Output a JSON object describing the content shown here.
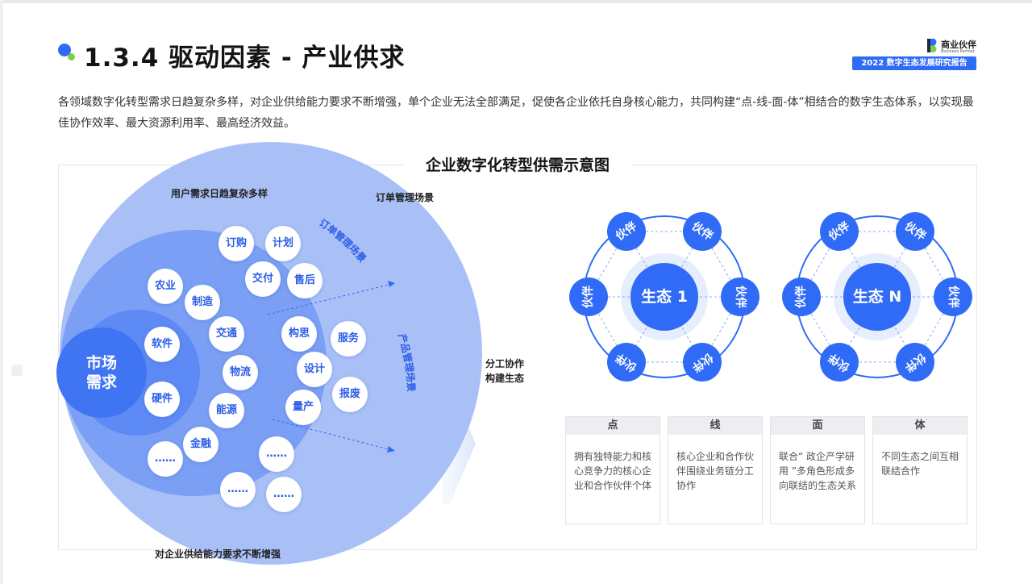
{
  "header": {
    "title": "1.3.4 驱动因素 - 产业供求",
    "logo_text": "商业伙伴",
    "logo_sub": "Business Partner",
    "report_badge": "2022 数字生态发展研究报告"
  },
  "intro": "各领域数字化转型需求日趋复杂多样，对企业供给能力要求不断增强，单个企业无法全部满足，促使各企业依托自身核心能力，共同构建“点-线-面-体”相结合的数字生态体系，以实现最佳协作效率、最大资源利用率、最高经济效益。",
  "diagram": {
    "title": "企业数字化转型供需示意图",
    "top_label": "用户需求日趋复杂多样",
    "bottom_label": "对企业供给能力要求不断增强",
    "order_scene_label": "订单管理场景",
    "order_scene_arc": "订单管理场景",
    "product_scene_arc": "产品管理场景",
    "market_demand": "市场需求",
    "collab_label": "分工协作构建生态",
    "order_items": [
      "订购",
      "计划",
      "交付",
      "售后"
    ],
    "product_items": [
      "构思",
      "服务",
      "设计",
      "报废",
      "量产"
    ],
    "industry_items": [
      "农业",
      "制造",
      "软件",
      "交通",
      "物流",
      "硬件",
      "能源",
      "金融",
      "……"
    ],
    "ellipsis_items": [
      "……",
      "……",
      "……"
    ],
    "ecosystems": [
      {
        "hub": "生态 1",
        "partner": "伙伴"
      },
      {
        "hub": "生态 N",
        "partner": "伙伴"
      }
    ]
  },
  "cards": [
    {
      "head": "点",
      "body": "拥有独特能力和核心竞争力的核心企业和合作伙伴个体"
    },
    {
      "head": "线",
      "body": "核心企业和合作伙伴围绕业务链分工协作"
    },
    {
      "head": "面",
      "body": "联合“ 政企产学研用 ”多角色形成多向联结的生态关系"
    },
    {
      "head": "体",
      "body": "不同生态之间互相联结合作"
    }
  ],
  "colors": {
    "brand": "#2f6bf6",
    "accent_green": "#7bd04a",
    "circle_outer": "#a9c0f7",
    "circle_mid": "#7b9ff4",
    "circle_inner": "#4d80f3"
  }
}
